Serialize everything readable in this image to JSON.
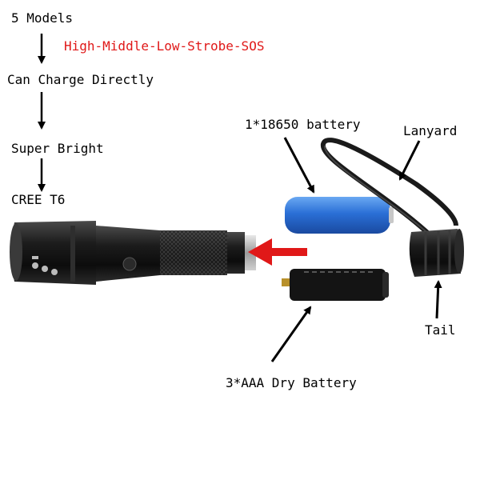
{
  "labels": {
    "models": "5 Models",
    "modes": "High-Middle-Low-Strobe-SOS",
    "charge": "Can Charge Directly",
    "bright": "Super Bright",
    "led": "CREE T6",
    "battery_18650": "1*18650 battery",
    "lanyard": "Lanyard",
    "tail": "Tail",
    "aaa": "3*AAA Dry Battery"
  },
  "colors": {
    "modes_text": "#e01818",
    "insert_arrow": "#e01818",
    "battery_blue": "#2a6fd6",
    "flashlight_body": "#1a1a1a"
  },
  "icons": {
    "flashlight": "flashlight-body-image",
    "battery": "lithium-battery-image",
    "holder": "aaa-battery-holder-image",
    "cap": "tail-cap-image",
    "lanyard": "lanyard-cord-image"
  }
}
